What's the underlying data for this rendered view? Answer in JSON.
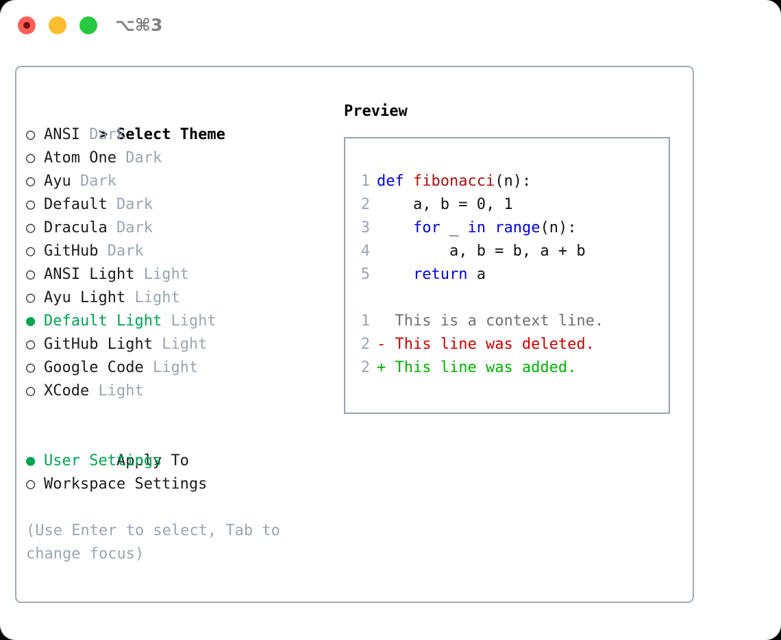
{
  "titlebar": {
    "shortcut": "⌥⌘3",
    "buttons": [
      {
        "name": "close",
        "color": "#ff5f57"
      },
      {
        "name": "minimize",
        "color": "#febc2e"
      },
      {
        "name": "maximize",
        "color": "#28c840"
      }
    ]
  },
  "theme_picker": {
    "header": {
      "pointer": ">",
      "label": "Select Theme"
    },
    "items": [
      {
        "bullet": "○",
        "name": "ANSI",
        "category": "Dark",
        "selected": false
      },
      {
        "bullet": "○",
        "name": "Atom One",
        "category": "Dark",
        "selected": false
      },
      {
        "bullet": "○",
        "name": "Ayu",
        "category": "Dark",
        "selected": false
      },
      {
        "bullet": "○",
        "name": "Default",
        "category": "Dark",
        "selected": false
      },
      {
        "bullet": "○",
        "name": "Dracula",
        "category": "Dark",
        "selected": false
      },
      {
        "bullet": "○",
        "name": "GitHub",
        "category": "Dark",
        "selected": false
      },
      {
        "bullet": "○",
        "name": "ANSI Light",
        "category": "Light",
        "selected": false
      },
      {
        "bullet": "○",
        "name": "Ayu Light",
        "category": "Light",
        "selected": false
      },
      {
        "bullet": "●",
        "name": "Default Light",
        "category": "Light",
        "selected": true
      },
      {
        "bullet": "○",
        "name": "GitHub Light",
        "category": "Light",
        "selected": false
      },
      {
        "bullet": "○",
        "name": "Google Code",
        "category": "Light",
        "selected": false
      },
      {
        "bullet": "○",
        "name": "XCode",
        "category": "Light",
        "selected": false
      }
    ]
  },
  "apply_to": {
    "header": "Apply To",
    "options": [
      {
        "bullet": "●",
        "label": "User Settings",
        "selected": true
      },
      {
        "bullet": "○",
        "label": "Workspace Settings",
        "selected": false
      }
    ]
  },
  "hint": "(Use Enter to select, Tab to change focus)",
  "preview": {
    "title": "Preview",
    "code": [
      {
        "num": "1",
        "tokens": [
          {
            "t": "def",
            "c": "kw"
          },
          {
            "t": " ",
            "c": "pl"
          },
          {
            "t": "fibonacci",
            "c": "fn"
          },
          {
            "t": "(n):",
            "c": "pl"
          }
        ]
      },
      {
        "num": "2",
        "tokens": [
          {
            "t": "    a, b = 0, 1",
            "c": "pl"
          }
        ]
      },
      {
        "num": "3",
        "tokens": [
          {
            "t": "    ",
            "c": "pl"
          },
          {
            "t": "for",
            "c": "kw"
          },
          {
            "t": " _ ",
            "c": "pl"
          },
          {
            "t": "in",
            "c": "kw"
          },
          {
            "t": " ",
            "c": "pl"
          },
          {
            "t": "range",
            "c": "kw"
          },
          {
            "t": "(n):",
            "c": "pl"
          }
        ]
      },
      {
        "num": "4",
        "tokens": [
          {
            "t": "        a, b = b, a + b",
            "c": "pl"
          }
        ]
      },
      {
        "num": "5",
        "tokens": [
          {
            "t": "    ",
            "c": "pl"
          },
          {
            "t": "return",
            "c": "kw"
          },
          {
            "t": " a",
            "c": "pl"
          }
        ]
      }
    ],
    "diff": [
      {
        "num": "1",
        "marker": " ",
        "text": "This is a context line.",
        "kind": "ctx"
      },
      {
        "num": "2",
        "marker": "-",
        "text": "This line was deleted.",
        "kind": "del"
      },
      {
        "num": "2",
        "marker": "+",
        "text": "This line was added.",
        "kind": "add"
      }
    ]
  },
  "colors": {
    "accent_green": "#00a550",
    "muted": "#9aa5b1",
    "keyword_blue": "#0000e0",
    "function_red": "#a61212",
    "diff_delete": "#cc0000",
    "diff_add": "#00b300",
    "border": "#a0aab8"
  }
}
